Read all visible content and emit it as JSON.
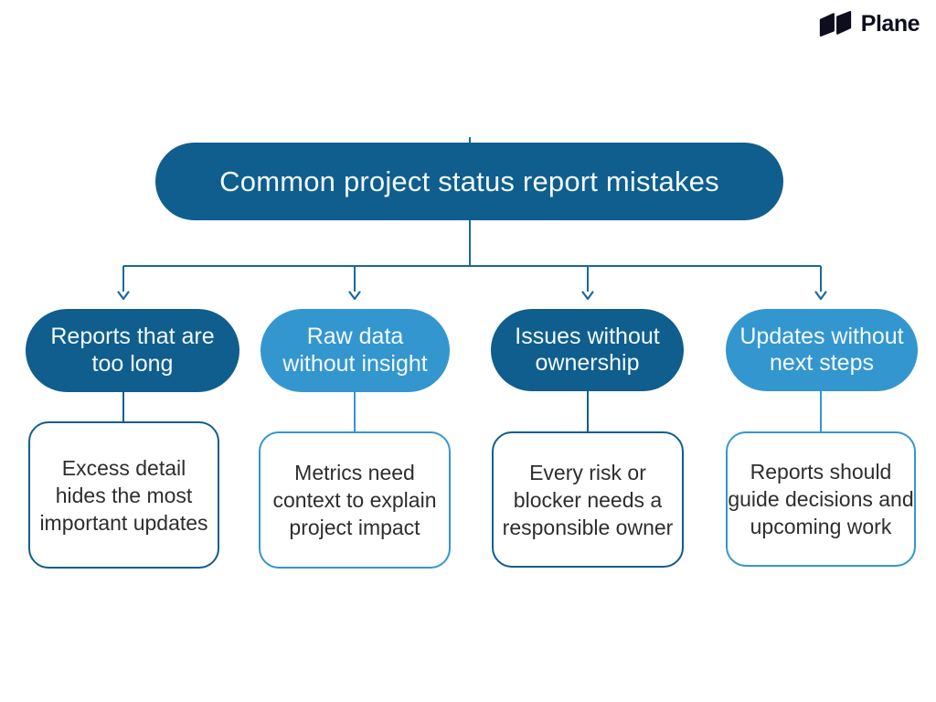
{
  "logo": {
    "text": "Plane"
  },
  "title": "Common project status report mistakes",
  "branches": [
    {
      "pill": "Reports that are\ntoo long",
      "note": "Excess detail\nhides the most\nimportant updates",
      "tone": "dark"
    },
    {
      "pill": "Raw data\nwithout insight",
      "note": "Metrics need\ncontext to explain\nproject impact",
      "tone": "light"
    },
    {
      "pill": "Issues without\nownership",
      "note": "Every risk or\nblocker needs a\nresponsible owner",
      "tone": "dark"
    },
    {
      "pill": "Updates without\nnext steps",
      "note": "Reports should\nguide decisions and\nupcoming work",
      "tone": "light"
    }
  ],
  "colors": {
    "dark_blue": "#0f5e8e",
    "light_blue": "#3496cf",
    "connector": "#186a97",
    "note_text": "#2e2e2e",
    "logo_color": "#0d0d1f",
    "background": "#ffffff"
  }
}
